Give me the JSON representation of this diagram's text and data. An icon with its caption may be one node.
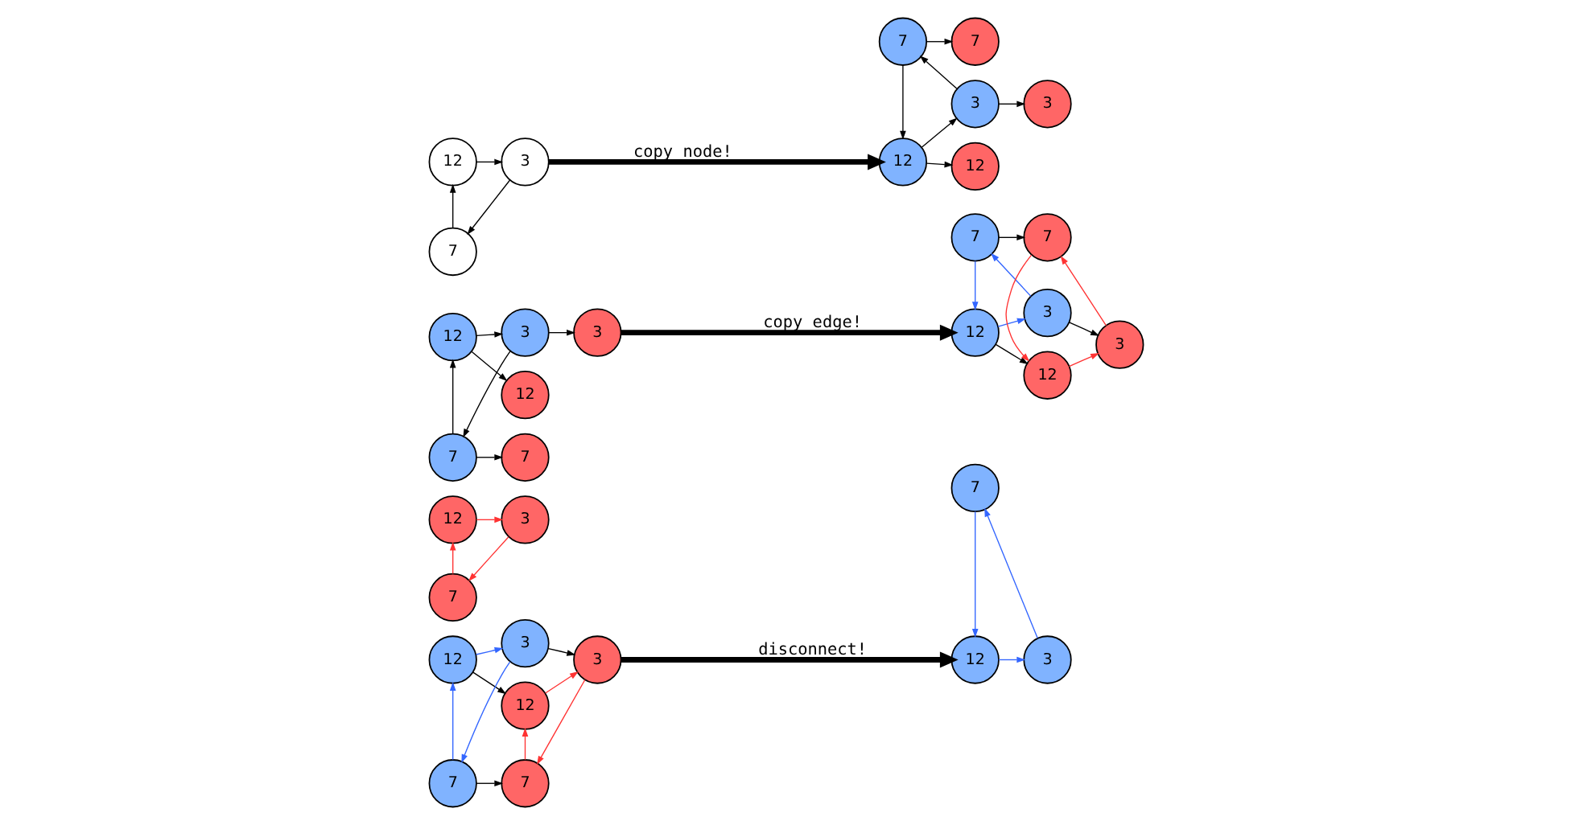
{
  "diagram": {
    "nodes": [
      {
        "text": [
          "12"
        ]
      },
      {
        "text": [
          "3"
        ]
      },
      {
        "text": [
          "7"
        ]
      },
      {
        "text": [
          "12"
        ]
      },
      {
        "text": [
          "3"
        ]
      },
      {
        "text": [
          "12"
        ]
      },
      {
        "text": [
          "3"
        ]
      },
      {
        "text": [
          "7"
        ]
      },
      {
        "text": [
          "7"
        ]
      },
      {
        "text": [
          "12"
        ]
      },
      {
        "text": [
          "3"
        ]
      },
      {
        "text": [
          "12"
        ]
      },
      {
        "text": [
          "3"
        ]
      },
      {
        "text": [
          "7"
        ]
      },
      {
        "text": [
          "7"
        ]
      },
      {
        "text": [
          "12"
        ]
      },
      {
        "text": [
          "3"
        ]
      },
      {
        "text": [
          "12"
        ]
      },
      {
        "text": [
          "3"
        ]
      },
      {
        "text": [
          "7"
        ]
      },
      {
        "text": [
          "7"
        ]
      },
      {
        "text": [
          "12"
        ]
      },
      {
        "text": [
          "3"
        ]
      },
      {
        "text": [
          "12"
        ]
      },
      {
        "text": [
          "3"
        ]
      },
      {
        "text": [
          "7"
        ]
      },
      {
        "text": [
          "7"
        ]
      },
      {
        "text": [
          "12"
        ]
      },
      {
        "text": [
          "3"
        ]
      },
      {
        "text": [
          "12"
        ]
      },
      {
        "text": [
          "3"
        ]
      },
      {
        "text": [
          "7"
        ]
      },
      {
        "text": [
          "7"
        ]
      }
    ],
    "edges": [
      {
        "from": 0,
        "to": 1,
        "arrow": "to"
      },
      {
        "from": 1,
        "to": 2,
        "arrow": "to"
      },
      {
        "from": 2,
        "to": 0,
        "arrow": "to"
      },
      {
        "from": 1,
        "to": 3,
        "arrow": "to",
        "label": "copy_node!",
        "style": "thick"
      },
      {
        "from": 3,
        "to": 4,
        "arrow": "to"
      },
      {
        "from": 4,
        "to": 7,
        "arrow": "to"
      },
      {
        "from": 7,
        "to": 3,
        "arrow": "to"
      },
      {
        "from": 3,
        "to": 5,
        "arrow": "to"
      },
      {
        "from": 4,
        "to": 6,
        "arrow": "to"
      },
      {
        "from": 7,
        "to": 8,
        "arrow": "to"
      },
      {
        "from": 9,
        "to": 10,
        "arrow": "to"
      },
      {
        "from": 10,
        "to": 13,
        "arrow": "to"
      },
      {
        "from": 13,
        "to": 9,
        "arrow": "to"
      },
      {
        "from": 9,
        "to": 11,
        "arrow": "to"
      },
      {
        "from": 10,
        "to": 12,
        "arrow": "to"
      },
      {
        "from": 13,
        "to": 14,
        "arrow": "to"
      },
      {
        "from": 12,
        "to": 15,
        "arrow": "to",
        "label": "copy_edge!",
        "style": "thick"
      },
      {
        "from": 15,
        "to": 16,
        "arrow": "to",
        "color": "#3366ff"
      },
      {
        "from": 16,
        "to": 19,
        "arrow": "to",
        "color": "#3366ff"
      },
      {
        "from": 19,
        "to": 15,
        "arrow": "to",
        "color": "#3366ff"
      },
      {
        "from": 15,
        "to": 17,
        "arrow": "to"
      },
      {
        "from": 16,
        "to": 18,
        "arrow": "to"
      },
      {
        "from": 19,
        "to": 20,
        "arrow": "to"
      },
      {
        "from": 17,
        "to": 18,
        "arrow": "to",
        "color": "#ff3333"
      },
      {
        "from": 18,
        "to": 20,
        "arrow": "to",
        "color": "#ff3333"
      },
      {
        "from": 20,
        "to": 17,
        "arrow": "to",
        "color": "#ff3333"
      },
      {
        "from": 21,
        "to": 22,
        "arrow": "to",
        "color": "#3366ff"
      },
      {
        "from": 22,
        "to": 25,
        "arrow": "to",
        "color": "#3366ff"
      },
      {
        "from": 25,
        "to": 21,
        "arrow": "to",
        "color": "#3366ff"
      },
      {
        "from": 21,
        "to": 23,
        "arrow": "to"
      },
      {
        "from": 22,
        "to": 24,
        "arrow": "to"
      },
      {
        "from": 25,
        "to": 26,
        "arrow": "to"
      },
      {
        "from": 23,
        "to": 24,
        "arrow": "to",
        "color": "#ff3333"
      },
      {
        "from": 24,
        "to": 26,
        "arrow": "to",
        "color": "#ff3333"
      },
      {
        "from": 26,
        "to": 23,
        "arrow": "to",
        "color": "#ff3333"
      },
      {
        "from": 24,
        "to": 27,
        "arrow": "to",
        "label": "disconnect!",
        "style": "thick"
      },
      {
        "from": 27,
        "to": 28,
        "arrow": "to",
        "color": "#3366ff"
      },
      {
        "from": 28,
        "to": 31,
        "arrow": "to",
        "color": "#3366ff"
      },
      {
        "from": 31,
        "to": 27,
        "arrow": "to",
        "color": "#3366ff"
      },
      {
        "from": 29,
        "to": 30,
        "arrow": "to",
        "color": "#ff3333"
      },
      {
        "from": 30,
        "to": 32,
        "arrow": "to",
        "color": "#ff3333"
      },
      {
        "from": 32,
        "to": 29,
        "arrow": "to",
        "color": "#ff3333"
      }
    ]
  }
}
